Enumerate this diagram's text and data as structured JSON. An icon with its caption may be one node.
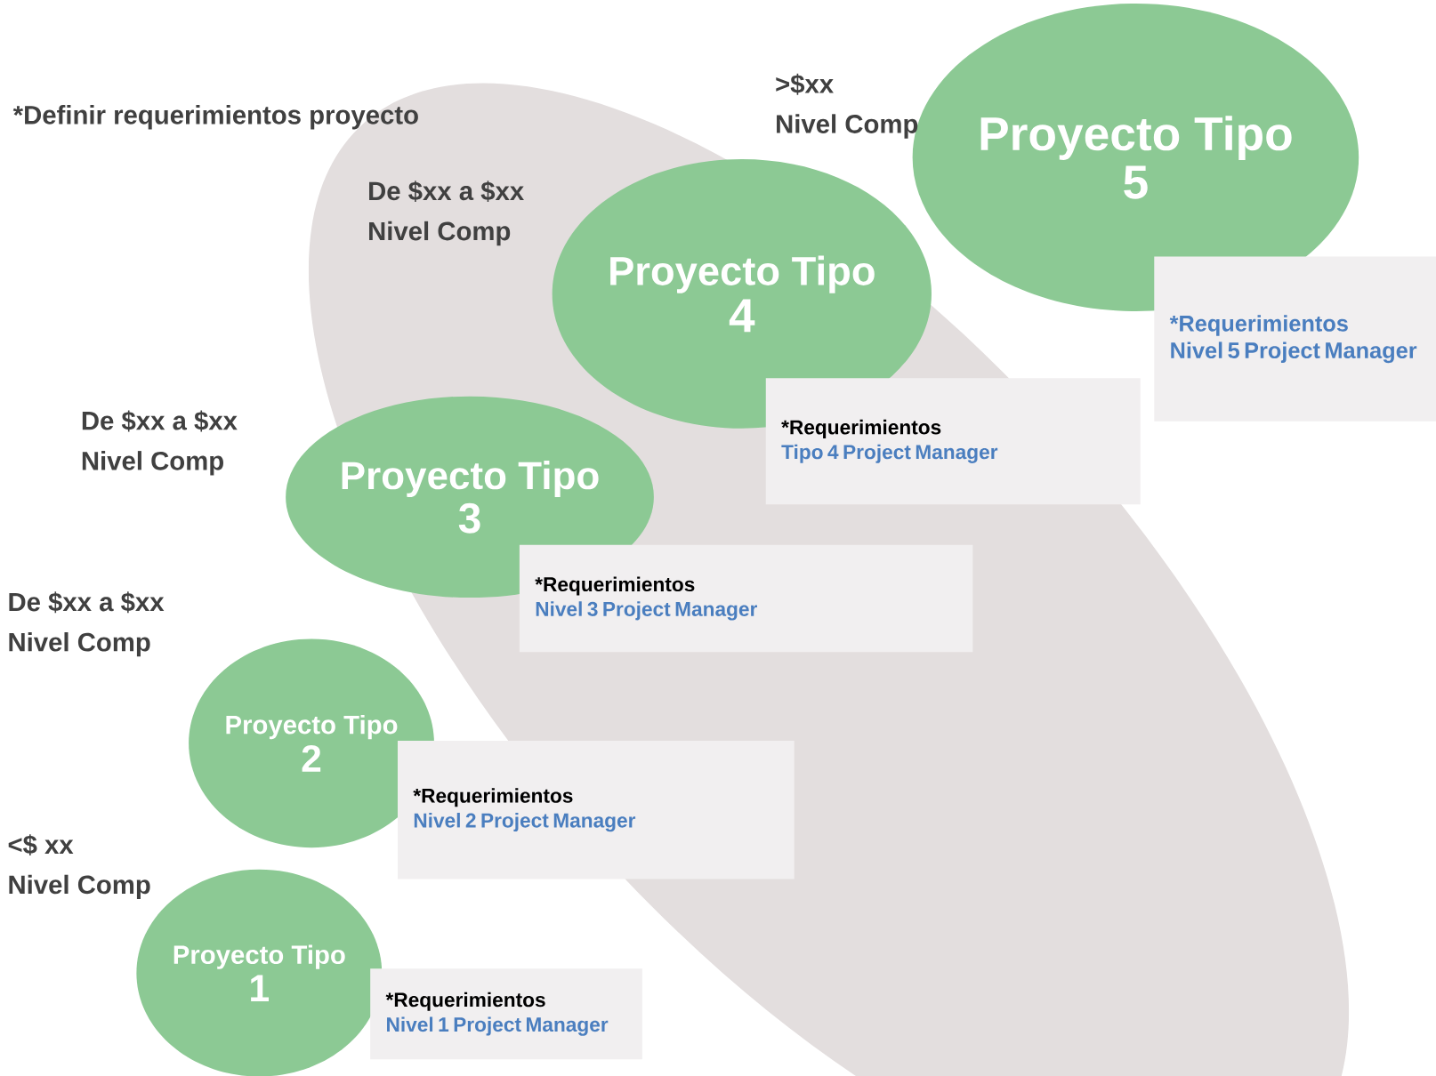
{
  "diagram": {
    "nodes": [
      {
        "text": [
          "Proyecto Tipo",
          "5"
        ]
      },
      {
        "text": [
          "*Requerimientos",
          "Nivel 5 Project Manager"
        ]
      },
      {
        "text": [
          "Proyecto Tipo",
          "4"
        ]
      },
      {
        "text": [
          "*Requerimientos",
          "Tipo 4 Project Manager"
        ]
      },
      {
        "text": [
          "Proyecto Tipo",
          "3"
        ]
      },
      {
        "text": [
          "*Requerimientos",
          "Nivel 3 Project Manager"
        ]
      },
      {
        "text": [
          "Proyecto Tipo",
          "2"
        ]
      },
      {
        "text": [
          "*Requerimientos",
          "Nivel 2 Project Manager"
        ]
      },
      {
        "text": [
          "Proyecto Tipo",
          "1"
        ]
      },
      {
        "text": [
          "*Requerimientos",
          "Nivel 1 Project Manager"
        ]
      }
    ],
    "edges": [],
    "labels": [
      "*Definir requerimientos proyecto",
      ">$xx",
      "Nivel Comp",
      "De $xx a $xx",
      "Nivel Comp",
      "De $xx a $xx",
      "Nivel Comp",
      "De $xx a $xx",
      "Nivel Comp",
      "<$ xx",
      "Nivel Comp"
    ]
  }
}
